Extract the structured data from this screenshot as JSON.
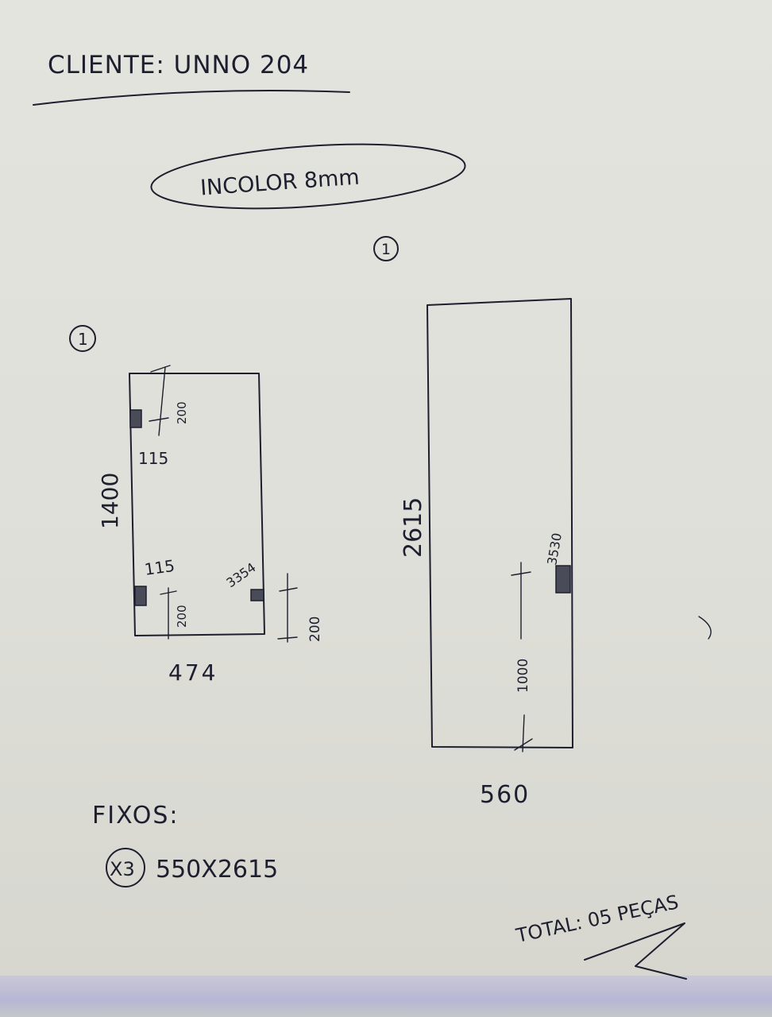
{
  "header": {
    "client_line": "CLIENTE: UNNO 204",
    "material": "INCOLOR 8mm"
  },
  "piece_left": {
    "quantity_marker": "1",
    "height": "1400",
    "width": "474",
    "dim_top_hinge_offset": "200",
    "dim_top_hinge_label": "115",
    "dim_bottom_hinge_label": "115",
    "dim_bottom_hinge_offset": "200",
    "lock_code": "3354",
    "dim_lock_offset": "200"
  },
  "piece_right": {
    "quantity_marker": "1",
    "height": "2615",
    "width": "560",
    "handle_code": "3530",
    "dim_handle_offset": "1000"
  },
  "fixed_panels": {
    "heading": "FIXOS:",
    "quantity": "X3",
    "size": "550X2615"
  },
  "footer": {
    "total": "TOTAL: 05 PEÇAS"
  }
}
